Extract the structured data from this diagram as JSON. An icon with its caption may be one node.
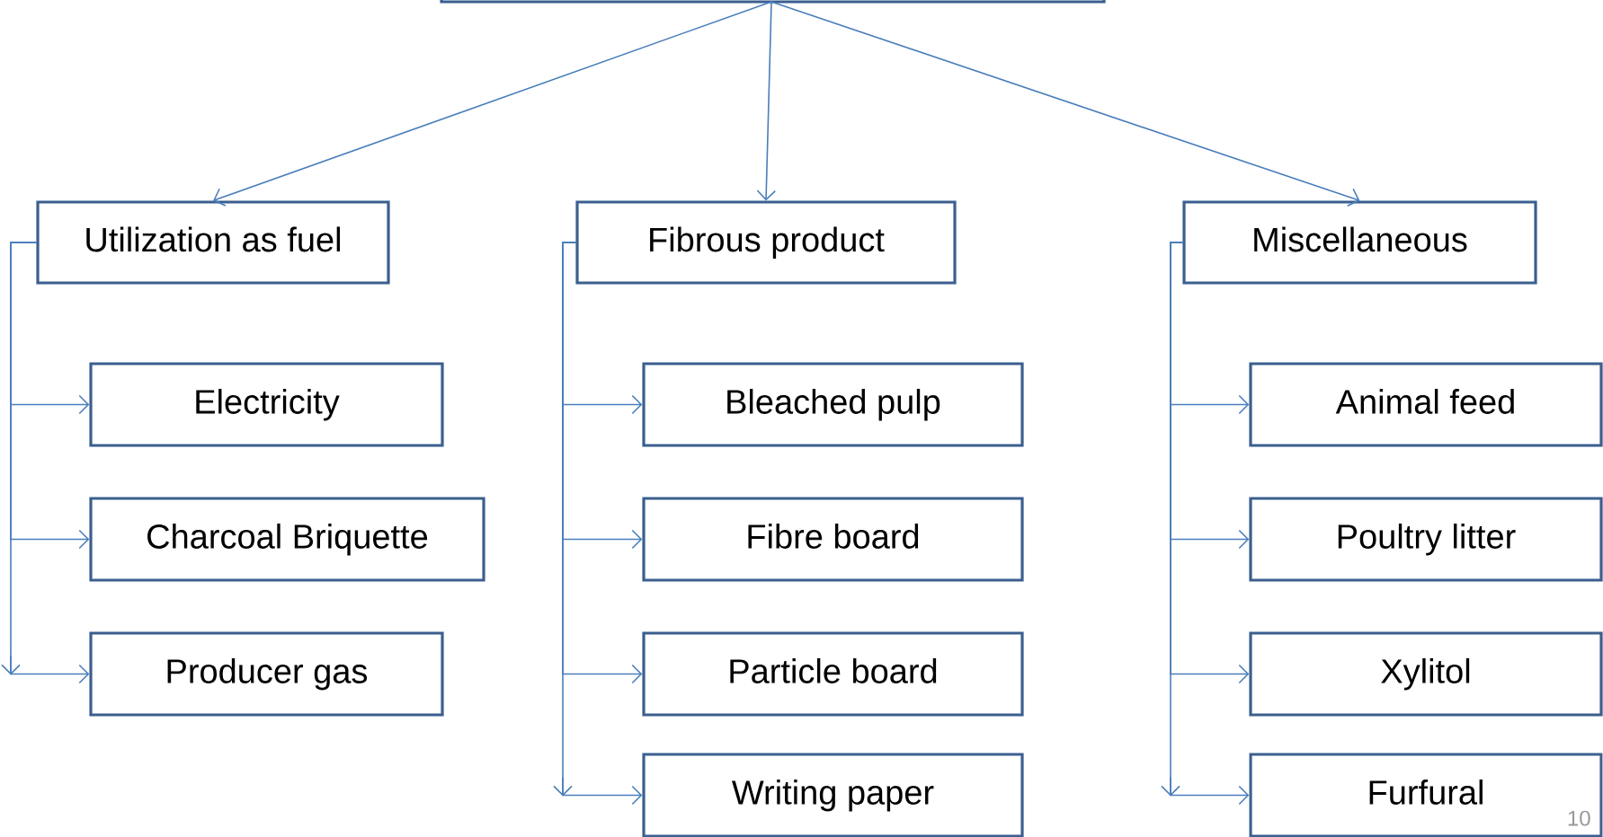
{
  "diagram": {
    "nodes": [
      {
        "text": [],
        "shape": "box"
      },
      {
        "text": [
          "Utilization as fuel"
        ]
      },
      {
        "text": [
          "Fibrous product"
        ]
      },
      {
        "text": [
          "Miscellaneous"
        ]
      },
      {
        "text": [
          "Electricity"
        ]
      },
      {
        "text": [
          "Charcoal Briquette"
        ]
      },
      {
        "text": [
          "Producer gas"
        ]
      },
      {
        "text": [
          "Bleached pulp"
        ]
      },
      {
        "text": [
          "Fibre board"
        ]
      },
      {
        "text": [
          "Particle board"
        ]
      },
      {
        "text": [
          "Writing paper"
        ]
      },
      {
        "text": [
          "Animal feed"
        ]
      },
      {
        "text": [
          "Poultry litter"
        ]
      },
      {
        "text": [
          "Xylitol"
        ]
      },
      {
        "text": [
          "Furfural"
        ]
      }
    ],
    "edges": [
      {
        "from": 0,
        "to": 1,
        "arrow": "to"
      },
      {
        "from": 0,
        "to": 2,
        "arrow": "to"
      },
      {
        "from": 0,
        "to": 3,
        "arrow": "to"
      },
      {
        "from": 1,
        "to": 4,
        "arrow": "to"
      },
      {
        "from": 1,
        "to": 5,
        "arrow": "to"
      },
      {
        "from": 1,
        "to": 6,
        "arrow": "to"
      },
      {
        "from": 2,
        "to": 7,
        "arrow": "to"
      },
      {
        "from": 2,
        "to": 8,
        "arrow": "to"
      },
      {
        "from": 2,
        "to": 9,
        "arrow": "to"
      },
      {
        "from": 2,
        "to": 10,
        "arrow": "to"
      },
      {
        "from": 3,
        "to": 11,
        "arrow": "to"
      },
      {
        "from": 3,
        "to": 12,
        "arrow": "to"
      },
      {
        "from": 3,
        "to": 13,
        "arrow": "to"
      },
      {
        "from": 3,
        "to": 14,
        "arrow": "to"
      }
    ],
    "labels": [
      "10"
    ]
  }
}
